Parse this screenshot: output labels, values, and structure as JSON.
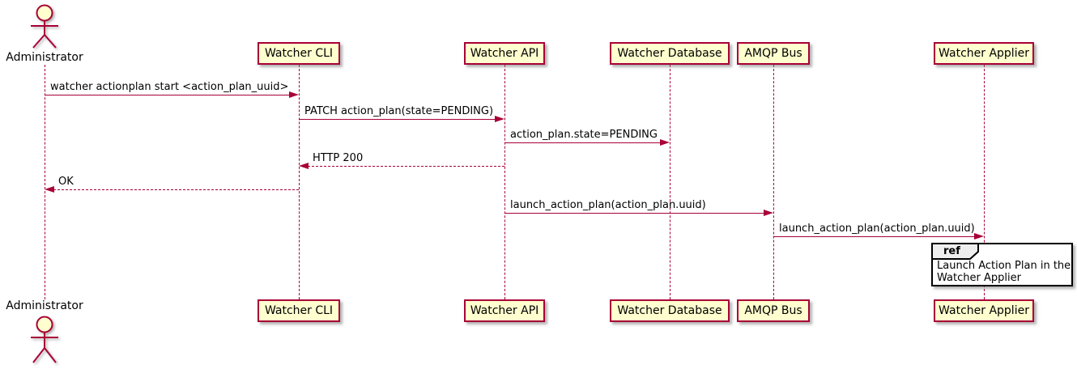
{
  "diagram_type": "sequence",
  "participants": {
    "administrator": {
      "label": "Administrator",
      "type": "actor"
    },
    "watcher_cli": {
      "label": "Watcher CLI",
      "type": "participant"
    },
    "watcher_api": {
      "label": "Watcher API",
      "type": "participant"
    },
    "watcher_database": {
      "label": "Watcher Database",
      "type": "participant"
    },
    "amqp_bus": {
      "label": "AMQP Bus",
      "type": "participant"
    },
    "watcher_applier": {
      "label": "Watcher Applier",
      "type": "participant"
    }
  },
  "messages": [
    {
      "from": "Administrator",
      "to": "Watcher CLI",
      "label": "watcher actionplan start <action_plan_uuid>",
      "line": "solid",
      "direction": "right"
    },
    {
      "from": "Watcher CLI",
      "to": "Watcher API",
      "label": "PATCH action_plan(state=PENDING)",
      "line": "solid",
      "direction": "right"
    },
    {
      "from": "Watcher API",
      "to": "Watcher Database",
      "label": "action_plan.state=PENDING",
      "line": "solid",
      "direction": "right"
    },
    {
      "from": "Watcher API",
      "to": "Watcher CLI",
      "label": "HTTP 200",
      "line": "dashed",
      "direction": "left"
    },
    {
      "from": "Watcher CLI",
      "to": "Administrator",
      "label": "OK",
      "line": "dashed",
      "direction": "left"
    },
    {
      "from": "Watcher API",
      "to": "AMQP Bus",
      "label": "launch_action_plan(action_plan.uuid)",
      "line": "solid",
      "direction": "right"
    },
    {
      "from": "AMQP Bus",
      "to": "Watcher Applier",
      "label": "launch_action_plan(action_plan.uuid)",
      "line": "solid",
      "direction": "right"
    }
  ],
  "ref_box": {
    "keyword": "ref",
    "over": "Watcher Applier",
    "line1": "Launch Action Plan in the",
    "line2": "Watcher Applier"
  },
  "colors": {
    "participant_fill": "#FEFECE",
    "border": "#A80036",
    "arrow": "#A80036",
    "lifeline": "#A80036",
    "ref_border": "#000000",
    "ref_tab_fill": "#EEEEEE",
    "text": "#000000",
    "background": "#FFFFFF"
  }
}
